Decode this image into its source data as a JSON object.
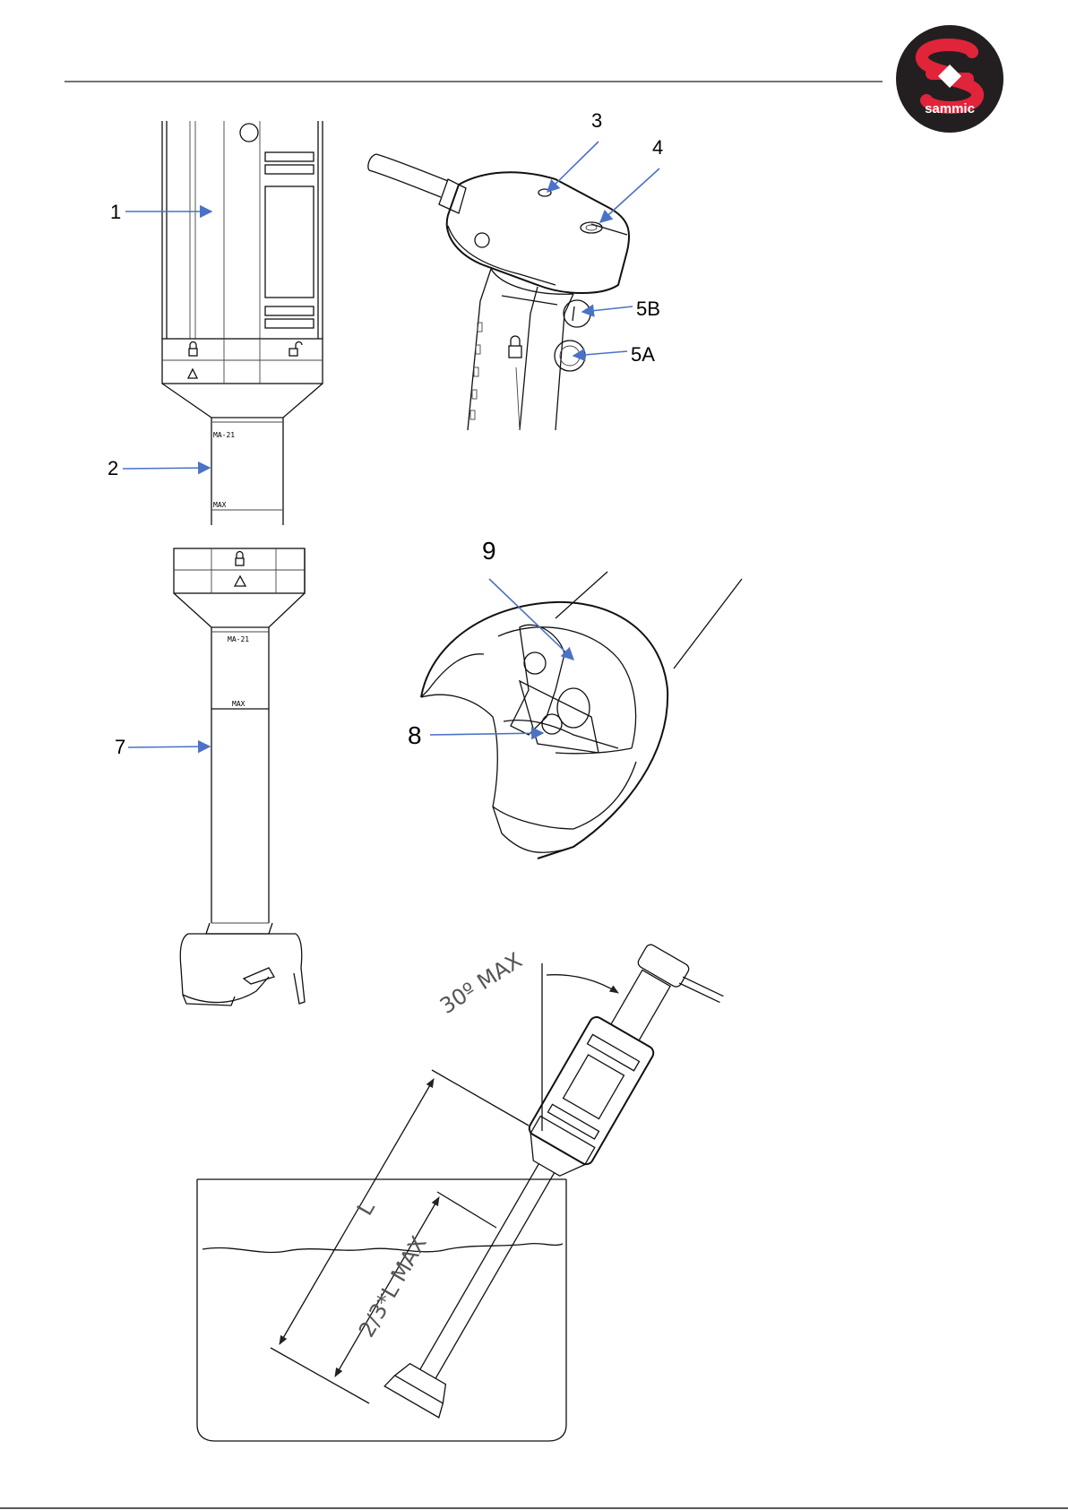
{
  "brand": {
    "logo_text": "sammic",
    "logo_color": "#e0243a",
    "logo_bg": "#231f20"
  },
  "callouts": {
    "c1": "1",
    "c2": "2",
    "c3": "3",
    "c4": "4",
    "c5a": "5A",
    "c5b": "5B",
    "c7": "7",
    "c8": "8",
    "c9": "9"
  },
  "shaft_marks": {
    "top_model": "MA-21",
    "top_max": "MAX",
    "mid_model": "MA-21",
    "mid_max": "MAX"
  },
  "usage_diagram": {
    "angle_label": "30º MAX",
    "length_label": "L",
    "depth_label": "2/3*L MAX"
  },
  "colors": {
    "arrow": "#4a72c6",
    "line": "#111111"
  }
}
